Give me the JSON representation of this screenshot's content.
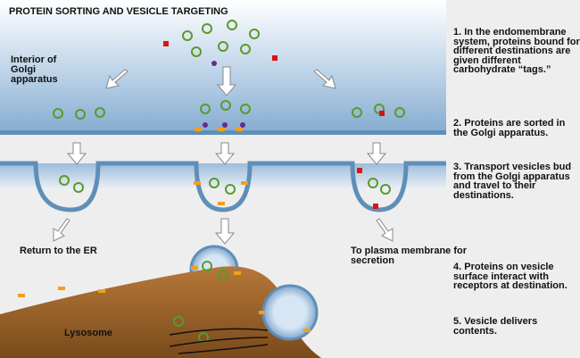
{
  "title": "PROTEIN SORTING AND VESICLE TARGETING",
  "labels": {
    "golgi_interior": "Interior of Golgi apparatus",
    "return_er": "Return to the ER",
    "plasma_membrane": "To plasma membrane for secretion",
    "lysosome": "Lysosome"
  },
  "steps": [
    "1. In the endomembrane system, proteins bound for different destinations are given different carbohydrate “tags.”",
    "2. Proteins are sorted in the Golgi apparatus.",
    "3. Transport vesicles bud from the Golgi apparatus and travel to their destinations.",
    "4. Proteins on vesicle surface interact with receptors at destination.",
    "5. Vesicle delivers contents."
  ],
  "colors": {
    "golgi": "#8fb3d4",
    "membrane": "#5f8fb8",
    "lysosome": "#a86a2e",
    "protein": "#5a9a2a",
    "tag_red": "#d11",
    "tag_purple": "#6a2a8a",
    "receptor": "#f0a020"
  }
}
